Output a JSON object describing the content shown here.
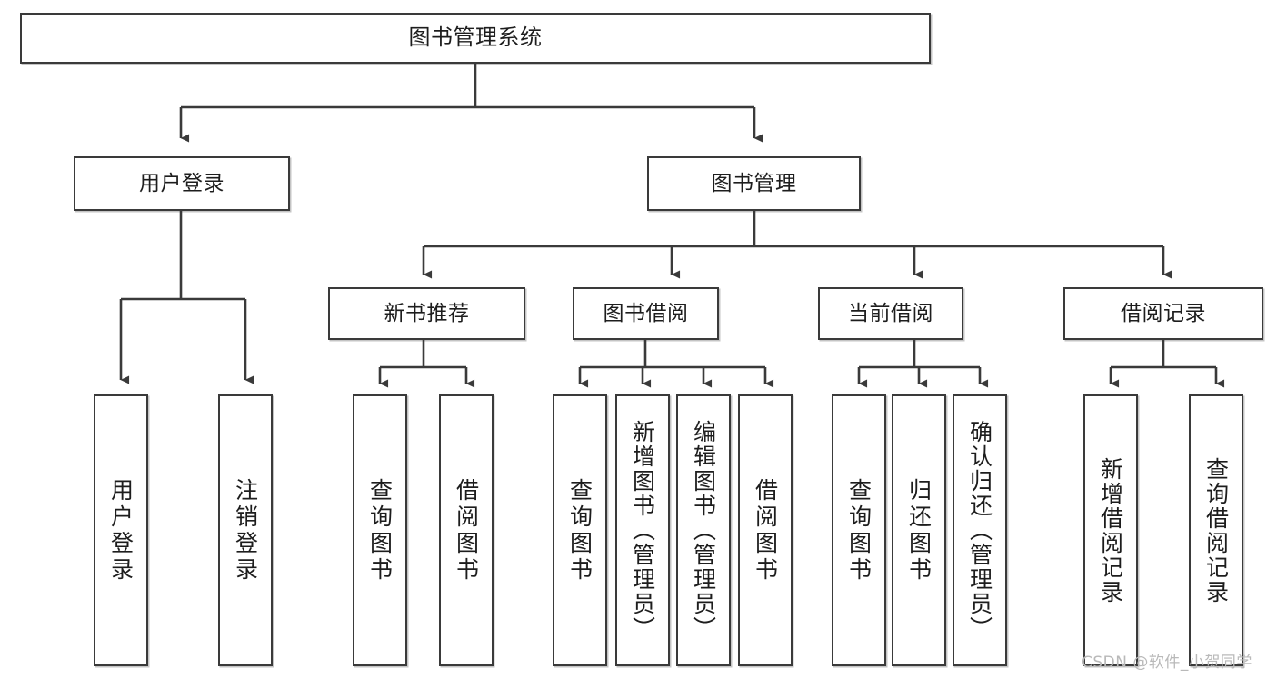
{
  "diagram": {
    "title": "图书管理系统",
    "watermark": "CSDN @软件_小贺同学",
    "colors": {
      "stroke": "#3a3a3a",
      "text": "#1d1d1d",
      "background": "#ffffff",
      "watermark": "#b9b9b9"
    },
    "nodes": {
      "root": "图书管理系统",
      "level1": [
        "用户登录",
        "图书管理"
      ],
      "level2": [
        "新书推荐",
        "图书借阅",
        "当前借阅",
        "借阅记录"
      ],
      "leaves": {
        "user_login": [
          "用户登录",
          "注销登录"
        ],
        "new_book_recommend": [
          "查询图书",
          "借阅图书"
        ],
        "book_borrow": [
          "查询图书",
          "新增图书（管理员）",
          "编辑图书（管理员）",
          "借阅图书"
        ],
        "current_borrow": [
          "查询图书",
          "归还图书",
          "确认归还（管理员）"
        ],
        "borrow_record": [
          "新增借阅记录",
          "查询借阅记录"
        ]
      }
    }
  }
}
